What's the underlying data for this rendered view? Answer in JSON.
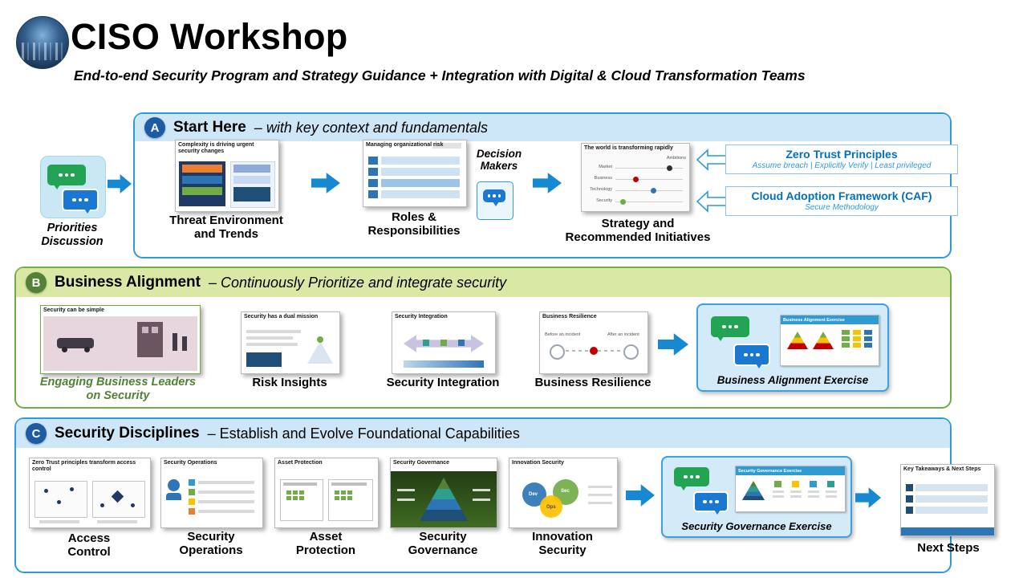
{
  "page": {
    "title": "CISO Workshop",
    "subtitle": "End-to-end Security Program and Strategy Guidance + Integration with Digital & Cloud Transformation Teams"
  },
  "colors": {
    "arrow_blue": "#1789d2",
    "section_a_accent": "#2e9bd5",
    "section_b_accent": "#70ad47",
    "callout_text_blue": "#0070c0",
    "chat_green": "#23a455",
    "chat_blue": "#1b78d0"
  },
  "section_a": {
    "badge": "A",
    "title": "Start Here",
    "tagline": "– with key context and fundamentals",
    "priorities_label": "Priorities Discussion",
    "decision_makers_label": "Decision Makers",
    "items": [
      {
        "slide_title": "Complexity is driving urgent security changes",
        "caption": "Threat Environment and Trends"
      },
      {
        "slide_title": "Managing organizational risk",
        "caption": "Roles & Responsibilities"
      },
      {
        "slide_title": "The world is transforming rapidly",
        "caption": "Strategy and Recommended Initiatives",
        "rows": [
          "Market",
          "Business",
          "Technology",
          "Security"
        ],
        "right_label": "Ambitions"
      }
    ],
    "callouts": [
      {
        "title": "Zero Trust Principles",
        "subtitle": "Assume breach | Explicitly Verify | Least privileged"
      },
      {
        "title": "Cloud Adoption Framework (CAF)",
        "subtitle": "Secure Methodology"
      }
    ]
  },
  "section_b": {
    "badge": "B",
    "title": "Business Alignment",
    "tagline": "– Continuously Prioritize and integrate security",
    "items": [
      {
        "slide_title": "Security can be simple",
        "caption": "Engaging Business Leaders on Security"
      },
      {
        "slide_title": "Security has a dual mission",
        "caption": "Risk Insights"
      },
      {
        "slide_title": "Security Integration",
        "caption": "Security Integration"
      },
      {
        "slide_title": "Business Resilience",
        "caption": "Business Resilience",
        "before_label": "Before an incident",
        "after_label": "After an incident"
      }
    ],
    "exercise": {
      "slide_title": "Business Alignment Exercise",
      "caption": "Business Alignment Exercise"
    }
  },
  "section_c": {
    "badge": "C",
    "title": "Security Disciplines",
    "tagline": "– Establish and Evolve Foundational Capabilities",
    "items": [
      {
        "slide_title": "Zero Trust principles transform access control",
        "caption": "Access Control"
      },
      {
        "slide_title": "Security Operations",
        "caption": "Security Operations"
      },
      {
        "slide_title": "Asset Protection",
        "caption": "Asset Protection"
      },
      {
        "slide_title": "Security Governance",
        "caption": "Security Governance"
      },
      {
        "slide_title": "Innovation Security",
        "caption": "Innovation Security",
        "venn": [
          "Dev",
          "Sec",
          "Ops"
        ]
      }
    ],
    "exercise": {
      "slide_title": "Security Governance Exercise",
      "caption": "Security Governance Exercise"
    },
    "next_steps": {
      "slide_title": "Key Takeaways & Next Steps",
      "caption": "Next Steps"
    }
  }
}
